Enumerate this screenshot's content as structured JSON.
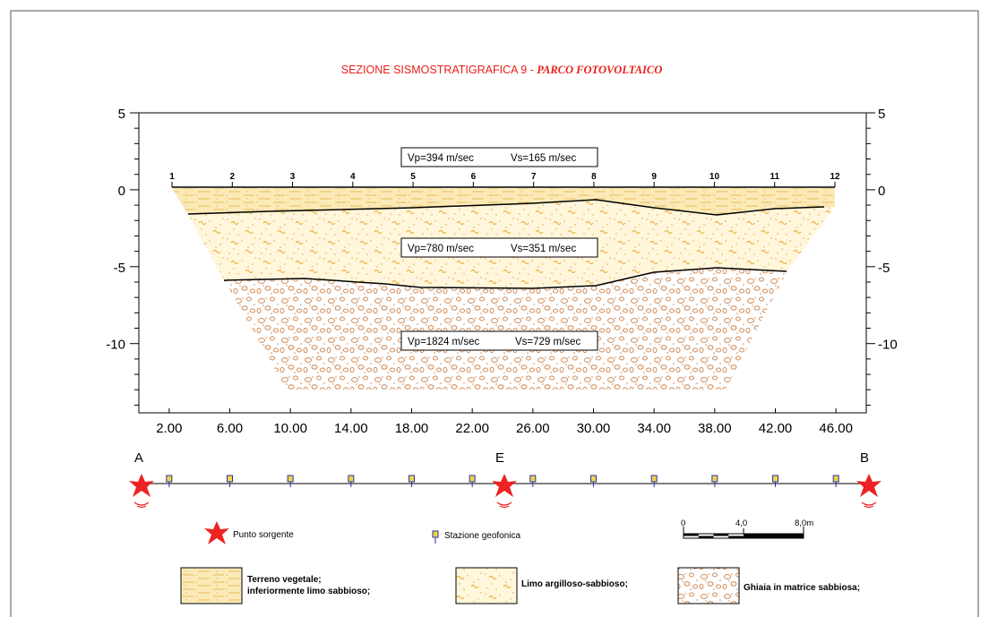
{
  "title": {
    "main": "SEZIONE SISMOSTRATIGRAFICA 9 - ",
    "italic": "PARCO FOTOVOLTAICO",
    "color": "#e8201a"
  },
  "depth_axis": {
    "left_ticks": [
      "5",
      "0",
      "-5",
      "-10"
    ],
    "right_ticks": [
      "5",
      "0",
      "-5",
      "-10"
    ],
    "range": [
      5,
      -14.5
    ]
  },
  "distance_axis": {
    "labels": [
      "2.00",
      "6.00",
      "10.00",
      "14.00",
      "18.00",
      "22.00",
      "26.00",
      "30.00",
      "34.00",
      "38.00",
      "42.00",
      "46.00"
    ],
    "range": [
      0,
      48
    ]
  },
  "geophone_numbers": [
    "1",
    "2",
    "3",
    "4",
    "5",
    "6",
    "7",
    "8",
    "9",
    "10",
    "11",
    "12"
  ],
  "layers": [
    {
      "vp": "Vp=394  m/sec",
      "vs": "Vs=165  m/sec",
      "color": "#f5cf6e"
    },
    {
      "vp": "Vp=780  m/sec",
      "vs": "Vs=351  m/sec",
      "color": "#f0b93a"
    },
    {
      "vp": "Vp=1824  m/sec",
      "vs": "Vs=729  m/sec",
      "color": "#d79a6a"
    }
  ],
  "line_points": {
    "A": "A",
    "E": "E",
    "B": "B"
  },
  "legend": {
    "source": "Punto sorgente",
    "geophone": "Stazione geofonica",
    "scale_labels": [
      "0",
      "4,0",
      "8,0m"
    ],
    "terreno_line1": "Terreno vegetale;",
    "terreno_line2": "inferiormente limo sabbioso;",
    "limo": "Limo argilloso-sabbioso;",
    "ghiaia": "Ghiaia in matrice sabbiosa;"
  },
  "colors": {
    "source_star": "#ee2222",
    "geophone_fill": "#f4d24a",
    "geophone_stroke": "#2a35a0"
  }
}
